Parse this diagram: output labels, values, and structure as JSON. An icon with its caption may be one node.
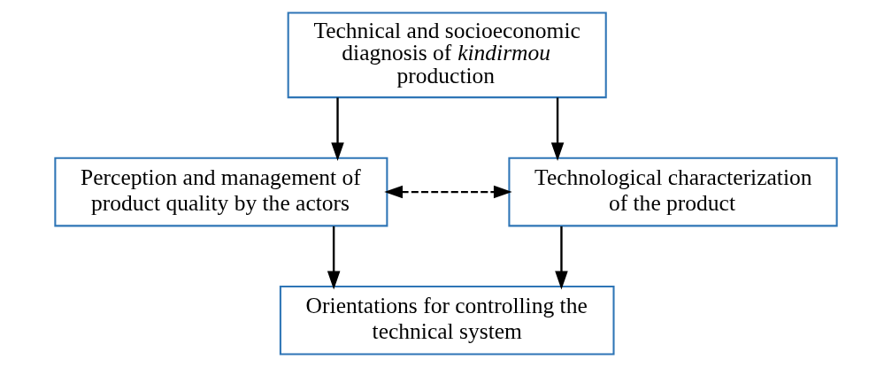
{
  "diagram": {
    "nodes": [
      {
        "text": [
          "Technical and socioeconomic diagnosis of *kindirmou* production"
        ]
      },
      {
        "text": [
          "Perception and management of product quality by the actors"
        ]
      },
      {
        "text": [
          "Technological characterization of the product"
        ]
      },
      {
        "text": [
          "Orientations for controlling the technical system"
        ]
      }
    ],
    "edges": [
      {
        "from": 0,
        "to": 1,
        "arrow": "to"
      },
      {
        "from": 0,
        "to": 2,
        "arrow": "to"
      },
      {
        "from": 1,
        "to": 2,
        "arrow": "both",
        "style": "dashed"
      },
      {
        "from": 1,
        "to": 3,
        "arrow": "to"
      },
      {
        "from": 2,
        "to": 3,
        "arrow": "to"
      }
    ]
  }
}
